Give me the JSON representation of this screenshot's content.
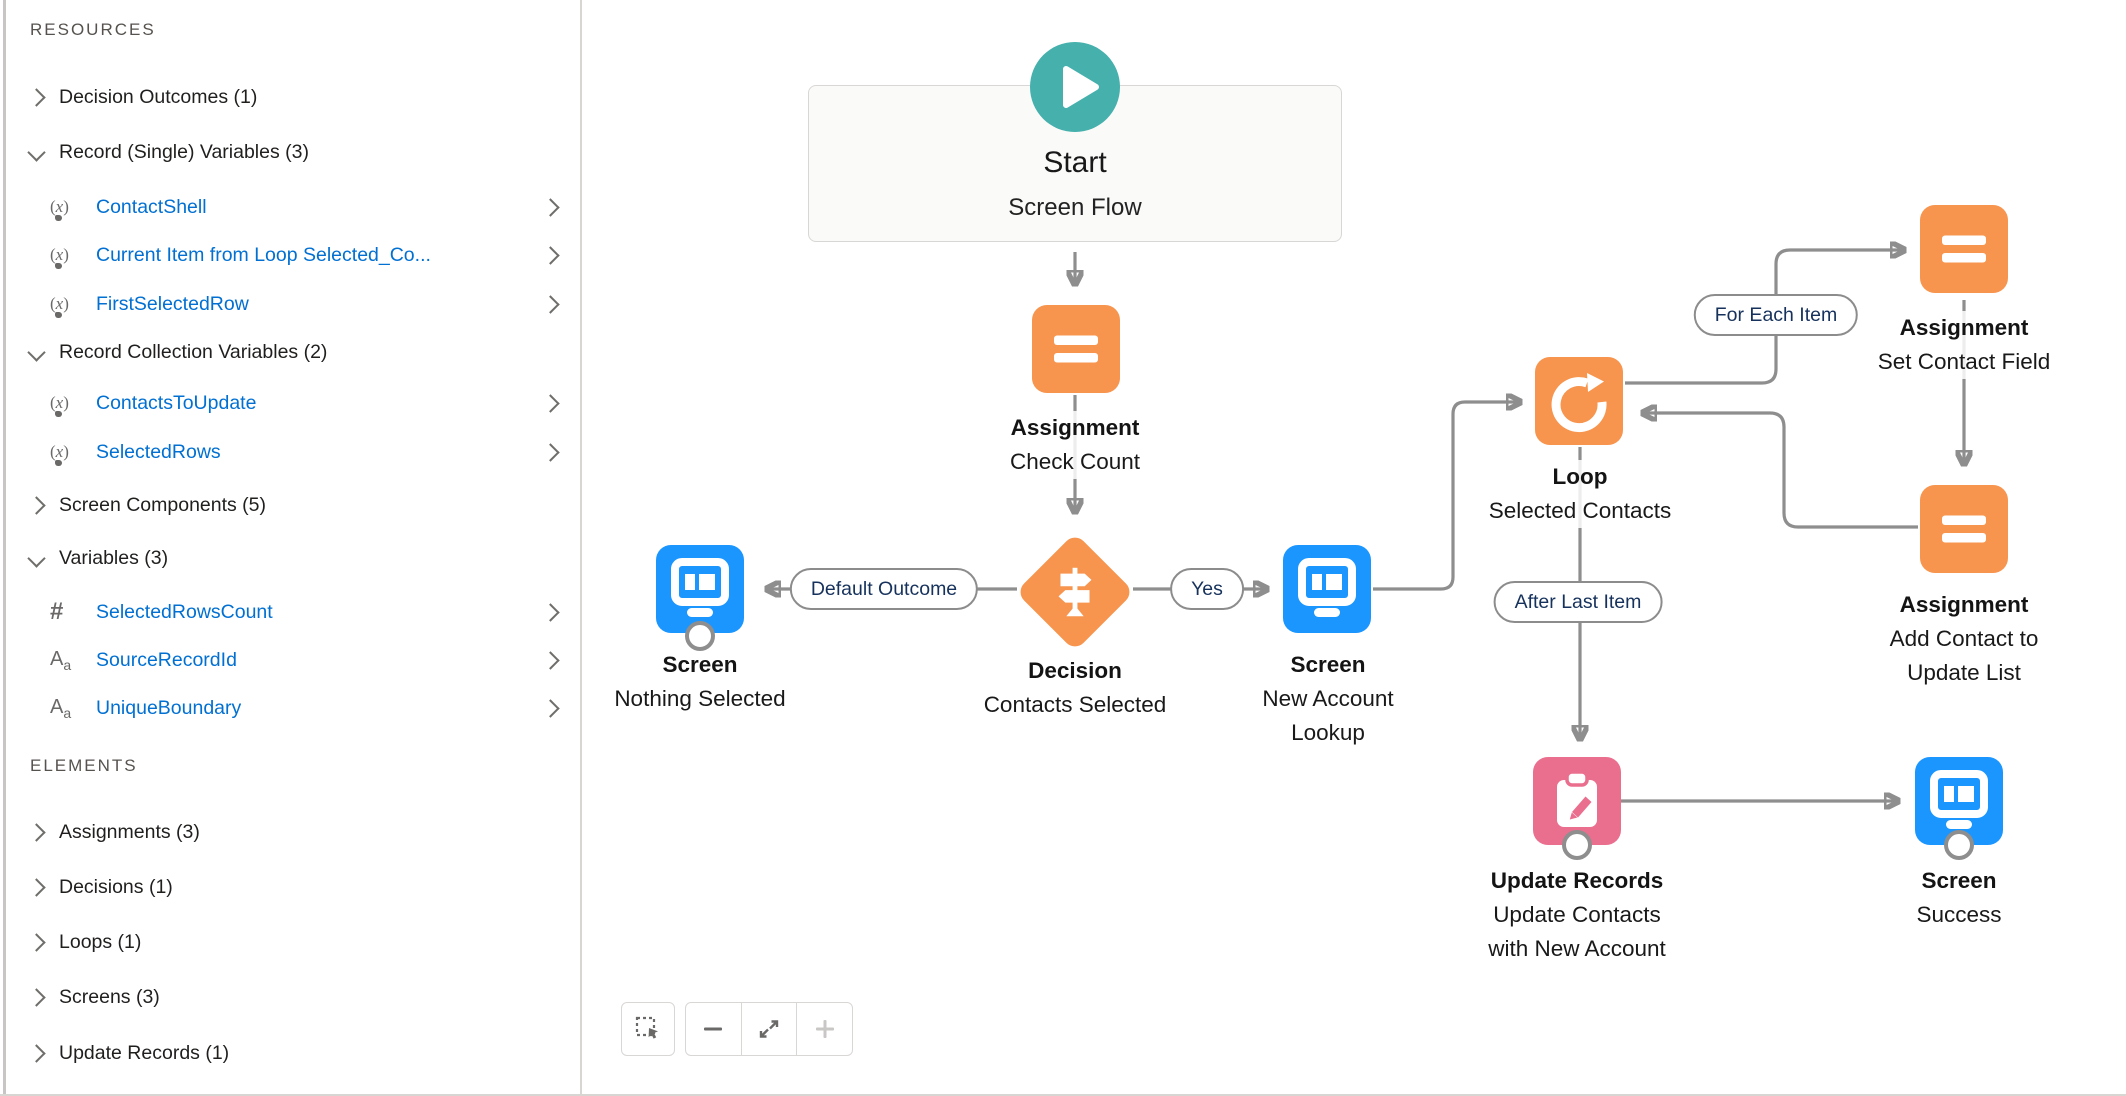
{
  "sidebar": {
    "resources_header": "RESOURCES",
    "elements_header": "ELEMENTS",
    "resource_groups": [
      {
        "label": "Decision Outcomes (1)",
        "expanded": false,
        "items": []
      },
      {
        "label": "Record (Single) Variables (3)",
        "expanded": true,
        "items": [
          {
            "label": "ContactShell",
            "icon": "record-variable"
          },
          {
            "label": "Current Item from Loop Selected_Co...",
            "icon": "record-variable"
          },
          {
            "label": "FirstSelectedRow",
            "icon": "record-variable"
          }
        ]
      },
      {
        "label": "Record Collection Variables (2)",
        "expanded": true,
        "items": [
          {
            "label": "ContactsToUpdate",
            "icon": "record-variable"
          },
          {
            "label": "SelectedRows",
            "icon": "record-variable"
          }
        ]
      },
      {
        "label": "Screen Components (5)",
        "expanded": false,
        "items": []
      },
      {
        "label": "Variables (3)",
        "expanded": true,
        "items": [
          {
            "label": "SelectedRowsCount",
            "icon": "number-variable"
          },
          {
            "label": "SourceRecordId",
            "icon": "text-variable"
          },
          {
            "label": "UniqueBoundary",
            "icon": "text-variable"
          }
        ]
      }
    ],
    "element_groups": [
      "Assignments (3)",
      "Decisions (1)",
      "Loops (1)",
      "Screens (3)",
      "Update Records (1)"
    ]
  },
  "canvas": {
    "start": {
      "title": "Start",
      "subtitle": "Screen Flow"
    },
    "nodes": {
      "check_count": {
        "type": "assignment",
        "label": "Assignment",
        "sublabel": "Check Count"
      },
      "decision": {
        "type": "decision",
        "label": "Decision",
        "sublabel": "Contacts Selected"
      },
      "nothing_selected": {
        "type": "screen",
        "label": "Screen",
        "sublabel": "Nothing Selected"
      },
      "new_account_lookup": {
        "type": "screen",
        "label": "Screen",
        "sublabel": "New Account Lookup"
      },
      "loop": {
        "type": "loop",
        "label": "Loop",
        "sublabel": "Selected Contacts"
      },
      "set_contact_field": {
        "type": "assignment",
        "label": "Assignment",
        "sublabel": "Set Contact Field"
      },
      "add_contact": {
        "type": "assignment",
        "label": "Assignment",
        "sublabel": "Add Contact to Update List"
      },
      "update_records": {
        "type": "update-records",
        "label": "Update Records",
        "sublabel": "Update Contacts with New Account"
      },
      "success": {
        "type": "screen",
        "label": "Screen",
        "sublabel": "Success"
      }
    },
    "connector_labels": {
      "default_outcome": "Default Outcome",
      "yes": "Yes",
      "for_each_item": "For Each Item",
      "after_last_item": "After Last Item"
    },
    "toolbar": {
      "buttons": [
        "multi-select-tool",
        "zoom-out",
        "zoom-to-fit",
        "zoom-in"
      ],
      "zoom_in_disabled": true
    }
  },
  "colors": {
    "screen_blue": "#1B96FF",
    "element_orange": "#F7944D",
    "update_pink": "#EA6E8D",
    "start_teal": "#45B0AC",
    "link_blue": "#0170D2",
    "connector_gray": "#8E8E8E",
    "pill_text_navy": "#16325C"
  }
}
